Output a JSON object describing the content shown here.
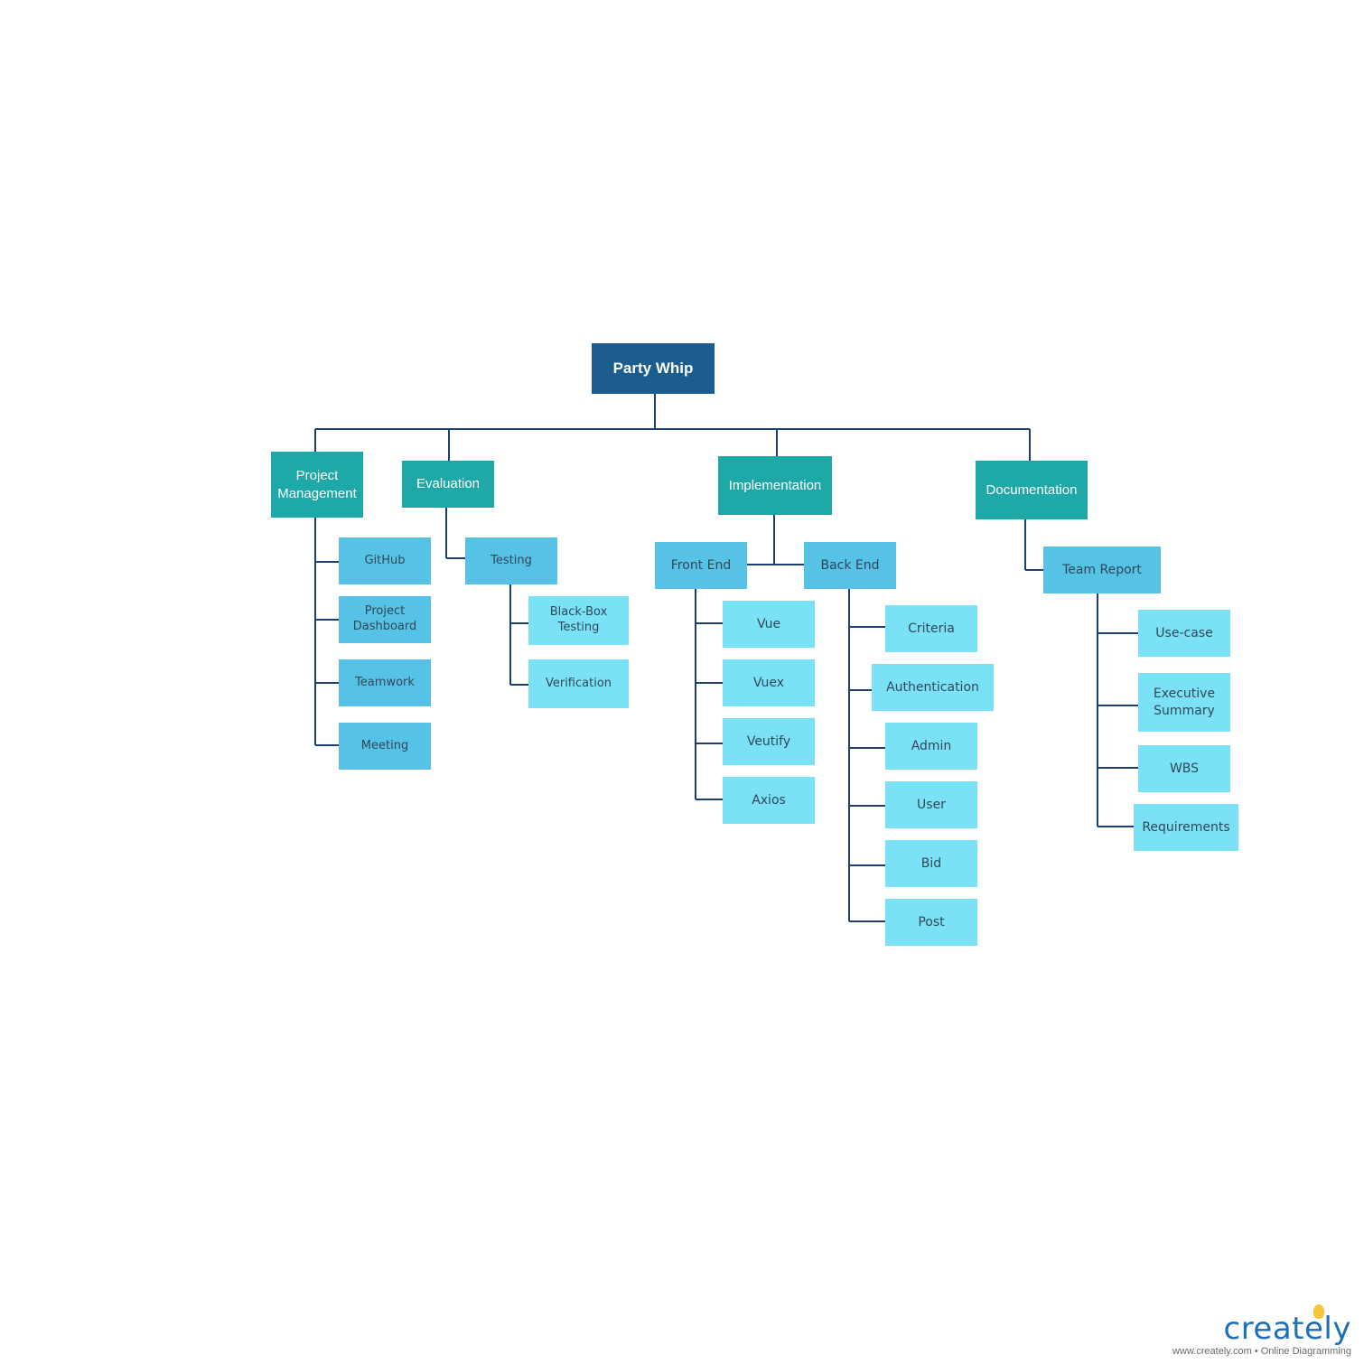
{
  "diagram": {
    "root": "Party Whip",
    "branches": {
      "project_management": {
        "label": "Project Management",
        "children": [
          "GitHub",
          "Project Dashboard",
          "Teamwork",
          "Meeting"
        ]
      },
      "evaluation": {
        "label": "Evaluation",
        "testing": {
          "label": "Testing",
          "children": [
            "Black-Box Testing",
            "Verification"
          ]
        }
      },
      "implementation": {
        "label": "Implementation",
        "front_end": {
          "label": "Front End",
          "children": [
            "Vue",
            "Vuex",
            "Veutify",
            "Axios"
          ]
        },
        "back_end": {
          "label": "Back End",
          "children": [
            "Criteria",
            "Authentication",
            "Admin",
            "User",
            "Bid",
            "Post"
          ]
        }
      },
      "documentation": {
        "label": "Documentation",
        "team_report": {
          "label": "Team Report",
          "children": [
            "Use-case",
            "Executive Summary",
            "WBS",
            "Requirements"
          ]
        }
      }
    }
  },
  "colors": {
    "root": "#1c5d8f",
    "level1": "#1fa8a8",
    "level2": "#56c2e6",
    "level3": "#7be1f7",
    "connector": "#1b3f6e"
  },
  "branding": {
    "name": "creately",
    "tagline": "www.creately.com • Online Diagramming"
  }
}
